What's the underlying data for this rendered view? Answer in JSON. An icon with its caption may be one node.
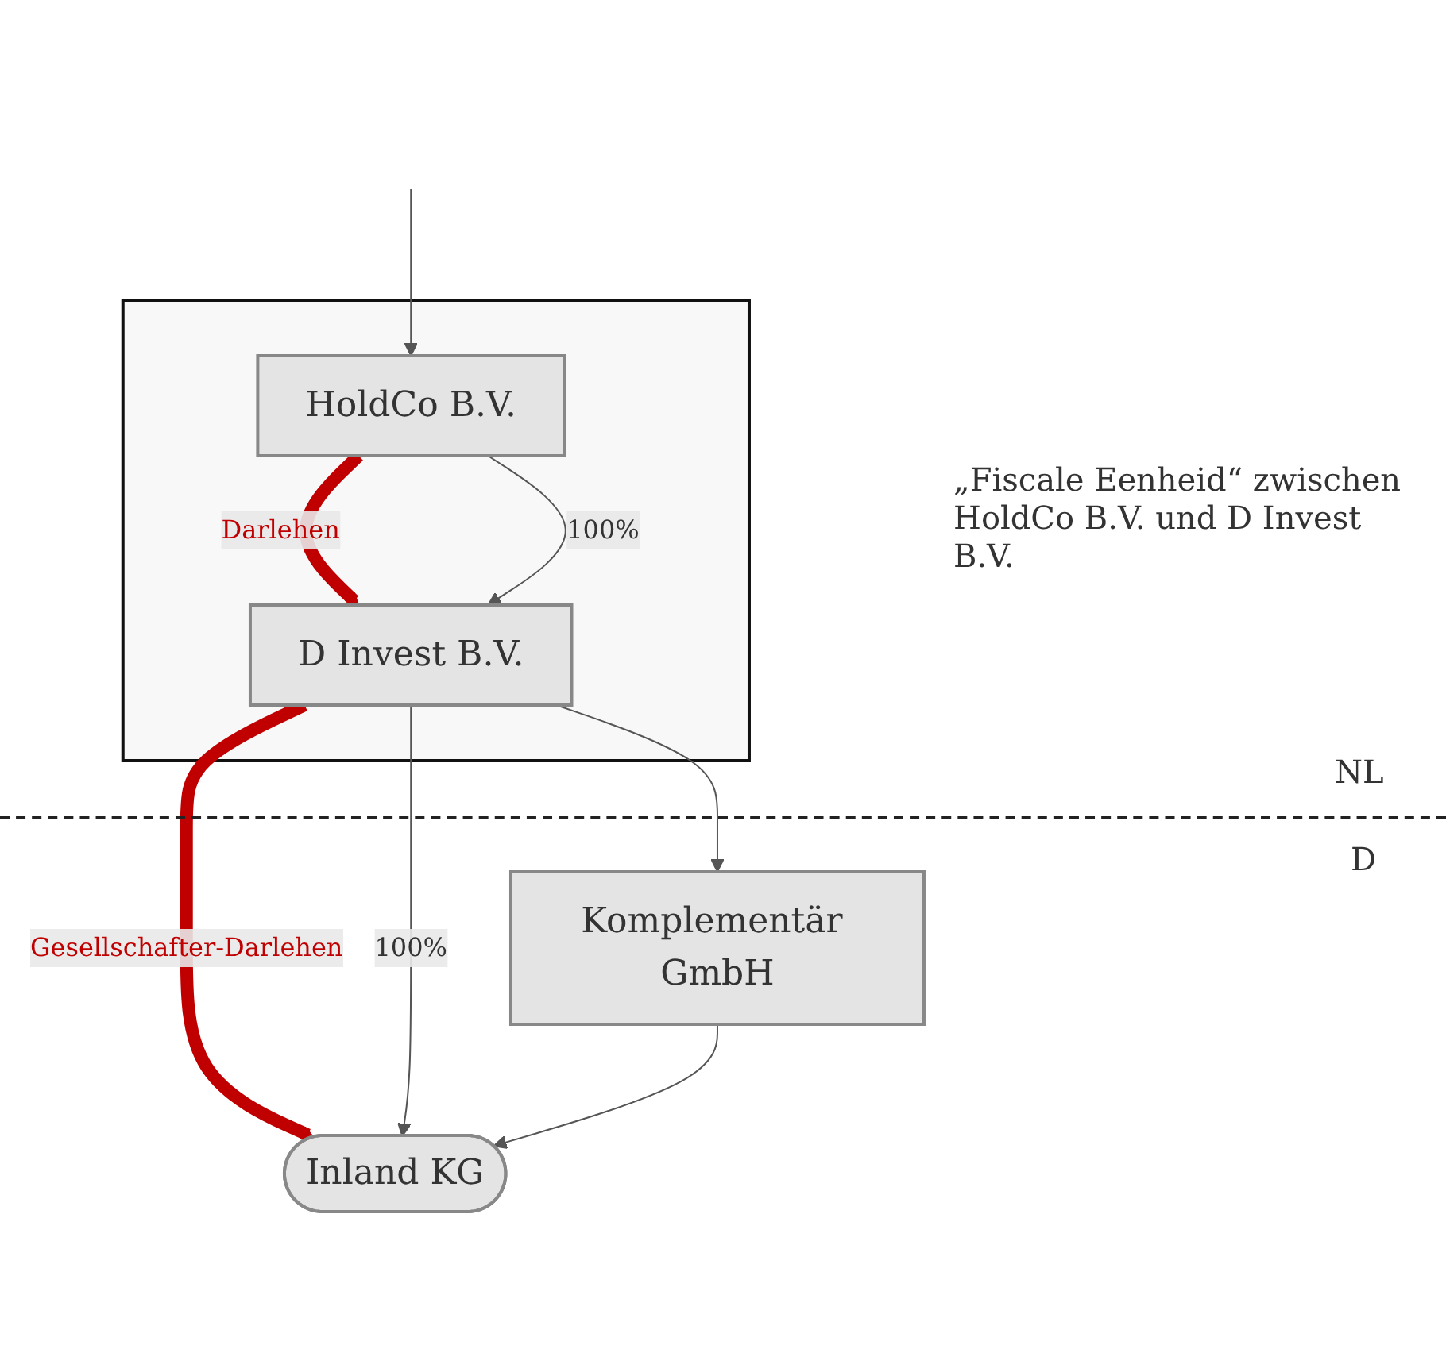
{
  "diagram": {
    "nodes": [
      {
        "text": [],
        "shape": "box"
      },
      {
        "text": [
          "HoldCo B.V."
        ],
        "in": 0
      },
      {
        "text": [
          "D Invest B.V."
        ],
        "in": 0
      },
      {
        "text": [
          "Inland KG"
        ]
      },
      {
        "text": [
          "Komplementär GmbH"
        ]
      }
    ],
    "edges": [
      {
        "from": null,
        "to": 1,
        "arrow": "to"
      },
      {
        "from": 1,
        "to": 2,
        "arrow": "to",
        "label": "Darlehen",
        "style": "thick",
        "color": "#c00000"
      },
      {
        "from": 1,
        "to": 2,
        "arrow": "to",
        "label": "100%"
      },
      {
        "from": 2,
        "to": 3,
        "arrow": "to",
        "label": "Gesellschafter-Darlehen",
        "style": "thick",
        "color": "#c00000"
      },
      {
        "from": 2,
        "to": 3,
        "arrow": "to",
        "label": "100%"
      },
      {
        "from": 2,
        "to": 4,
        "arrow": "to"
      },
      {
        "from": 4,
        "to": 3,
        "arrow": "to"
      }
    ],
    "labels": [
      "„Fiscale Eenheid“ zwischen HoldCo B.V. und D Invest B.V.",
      "NL",
      "D"
    ]
  }
}
